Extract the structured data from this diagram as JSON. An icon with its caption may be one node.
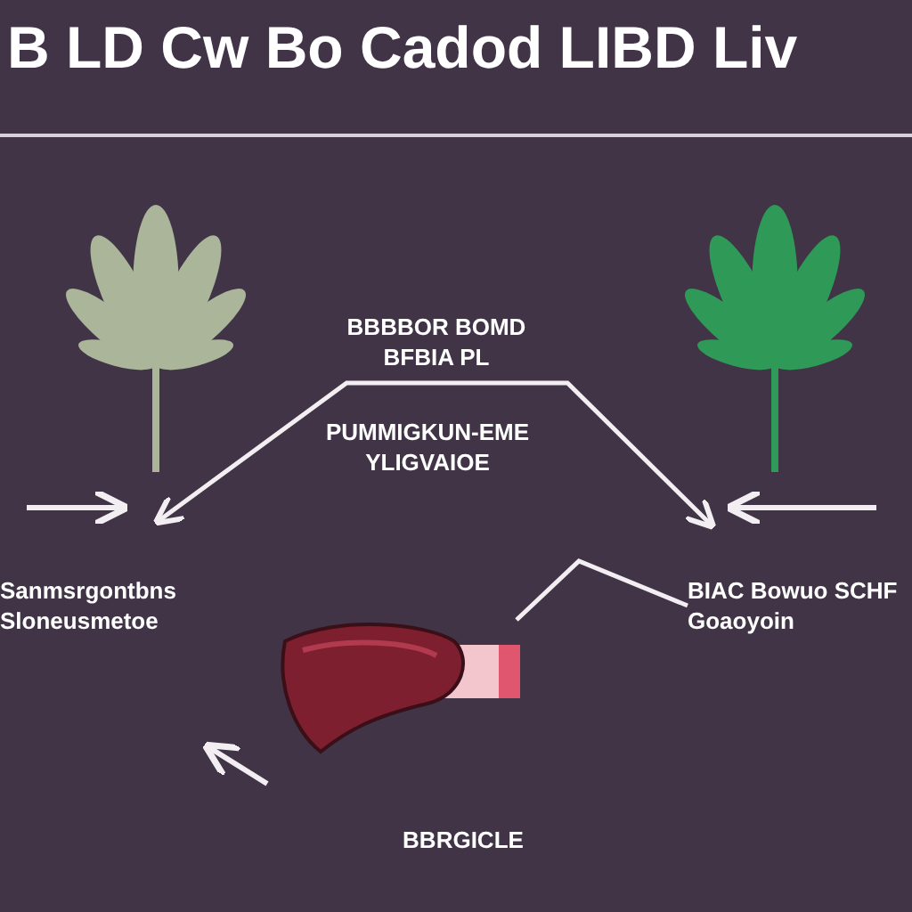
{
  "diagram": {
    "title": "B LD Cw Bo Cadod LIBD Liv",
    "nodes": [
      {
        "text": [],
        "shape": "picture"
      },
      {
        "text": [],
        "shape": "picture"
      },
      {
        "text": [
          "BBBBOR BOMD BFBIA PL"
        ]
      },
      {
        "text": [
          "PUMMIGKUN-EME YLIGVAIOE"
        ]
      },
      {
        "text": [
          "Sanmsrgontbns Sloneusmetoe"
        ]
      },
      {
        "text": [
          "BIAC Bowuo SCHF Goaoyoin"
        ]
      },
      {
        "text": [],
        "shape": "picture"
      },
      {
        "text": [
          "BBRGICLE"
        ]
      }
    ],
    "edges": [
      {
        "from": 4,
        "to": 5,
        "arrow": "both"
      },
      {
        "from": 6,
        "to": 5,
        "arrow": "none"
      }
    ]
  }
}
